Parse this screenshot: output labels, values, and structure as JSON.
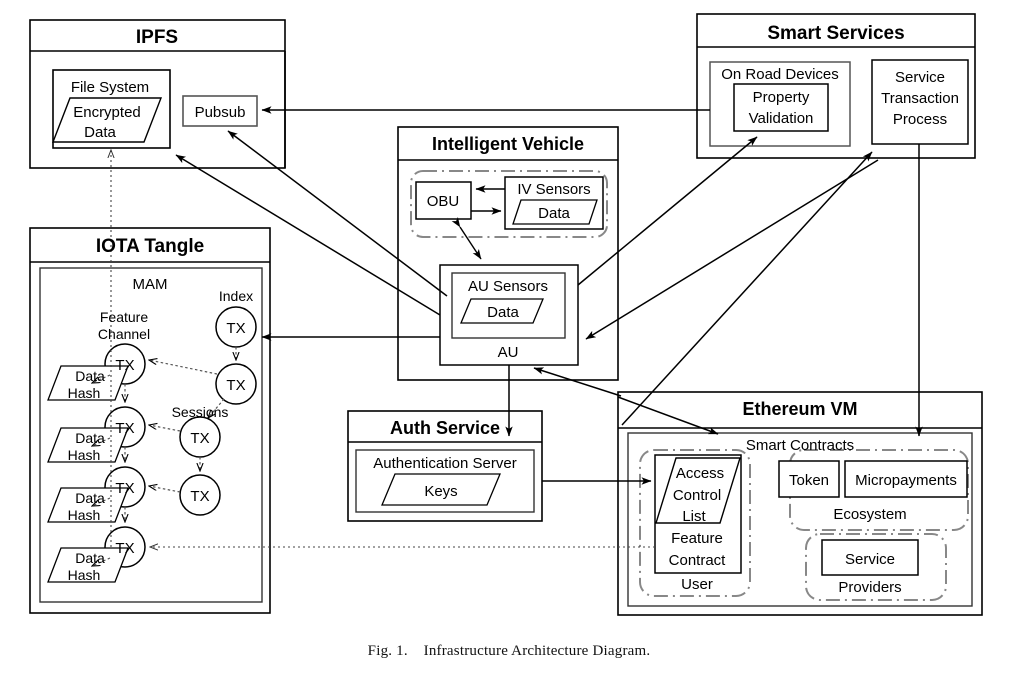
{
  "figure": {
    "caption_prefix": "Fig. 1.",
    "caption_text": "Infrastructure Architecture Diagram."
  },
  "colors": {
    "stroke": "#000000",
    "dash_group": "#808080",
    "inner_border": "#555555",
    "background": "#ffffff"
  },
  "panels": {
    "ipfs": {
      "title": "IPFS",
      "file_system": {
        "label": "File System",
        "data_store": "Encrypted\nData",
        "data_line1": "Encrypted",
        "data_line2": "Data"
      },
      "pubsub": {
        "label": "Pubsub"
      }
    },
    "iota_tangle": {
      "title": "IOTA Tangle",
      "mam": {
        "label": "MAM"
      },
      "labels": {
        "index": "Index",
        "feature_channel_line1": "Feature",
        "feature_channel_line2": "Channel",
        "sessions": "Sessions"
      },
      "tx_node_label": "TX",
      "data_hash_line1": "Data",
      "data_hash_line2": "Hash",
      "channel_nodes": [
        "TX",
        "TX",
        "TX",
        "TX"
      ],
      "index_nodes": [
        "TX",
        "TX"
      ],
      "session_nodes": [
        "TX",
        "TX"
      ],
      "data_hashes": [
        "Data Hash",
        "Data Hash",
        "Data Hash",
        "Data Hash"
      ]
    },
    "intelligent_vehicle": {
      "title": "Intelligent Vehicle",
      "obu": {
        "label": "OBU"
      },
      "iv_sensors": {
        "label": "IV Sensors",
        "data_store": "Data"
      },
      "au": {
        "label": "AU"
      },
      "au_sensors": {
        "label": "AU Sensors",
        "data_store": "Data"
      }
    },
    "smart_services": {
      "title": "Smart Services",
      "on_road_devices": {
        "label": "On Road Devices"
      },
      "property_validation": {
        "line1": "Property",
        "line2": "Validation"
      },
      "service_transaction_process": {
        "line1": "Service",
        "line2": "Transaction",
        "line3": "Process"
      }
    },
    "auth_service": {
      "title": "Auth Service",
      "authentication_server": {
        "label": "Authentication Server",
        "keys_store": "Keys"
      }
    },
    "ethereum_vm": {
      "title": "Ethereum VM",
      "smart_contracts": {
        "label": "Smart Contracts"
      },
      "user_group": {
        "label": "User"
      },
      "feature_contract": {
        "line1": "Feature",
        "line2": "Contract"
      },
      "access_control_list": {
        "line1": "Access",
        "line2": "Control",
        "line3": "List"
      },
      "ecosystem_group": {
        "label": "Ecosystem"
      },
      "token": {
        "label": "Token"
      },
      "micropayments": {
        "label": "Micropayments"
      },
      "providers_group": {
        "label": "Providers"
      },
      "service": {
        "label": "Service"
      }
    }
  }
}
